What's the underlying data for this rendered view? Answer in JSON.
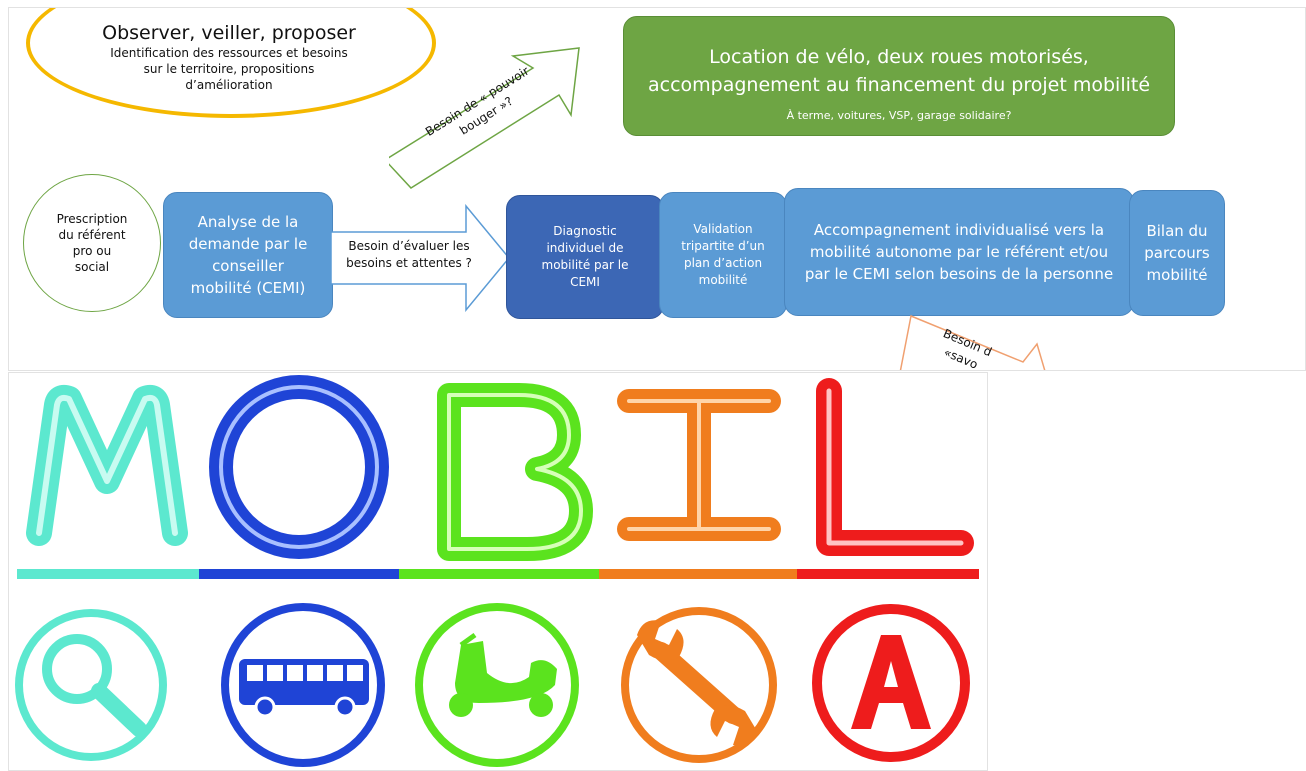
{
  "top": {
    "observer": {
      "title": "Observer, veiller, proposer",
      "lines": [
        "Identification des ressources et besoins",
        "sur le territoire, propositions",
        "d’amélioration"
      ]
    },
    "location": {
      "lines": [
        "Location de vélo, deux roues motorisés,",
        "accompagnement au financement du projet mobilité"
      ],
      "sub": "À terme, voitures, VSP, garage solidaire?"
    },
    "pouvoir_label": [
      "Besoin de « pouvoir",
      "bouger »?"
    ],
    "prescription": [
      "Prescription",
      "du référent",
      "pro  ou",
      "social"
    ],
    "analyse": [
      "Analyse de la",
      "demande par le",
      "conseiller",
      "mobilité (CEMI)"
    ],
    "evaluer_label": [
      "Besoin d’évaluer les",
      "besoins et attentes ?"
    ],
    "diagnostic": [
      "Diagnostic",
      "individuel de",
      "mobilité par le",
      "CEMI"
    ],
    "validation": [
      "Validation",
      "tripartite d’un",
      "plan d’action",
      "mobilité"
    ],
    "accompagnement": [
      "Accompagnement individualisé vers la",
      "mobilité autonome par le référent et/ou",
      "par le CEMI selon besoins de la personne"
    ],
    "bilan": [
      "Bilan du",
      "parcours",
      "mobilité"
    ],
    "savoir_label": [
      "Besoin d",
      "«savo"
    ]
  },
  "logo": {
    "letters": [
      "M",
      "O",
      "B",
      "I",
      "L"
    ],
    "colors": [
      "#5ce8cf",
      "#1f44d6",
      "#5be31e",
      "#f07d1e",
      "#ee1c1c"
    ],
    "icons": [
      "magnifier-icon",
      "bus-icon",
      "scooter-icon",
      "wrench-icon",
      "driving-school-a-icon"
    ],
    "icon_a_text": "A"
  }
}
